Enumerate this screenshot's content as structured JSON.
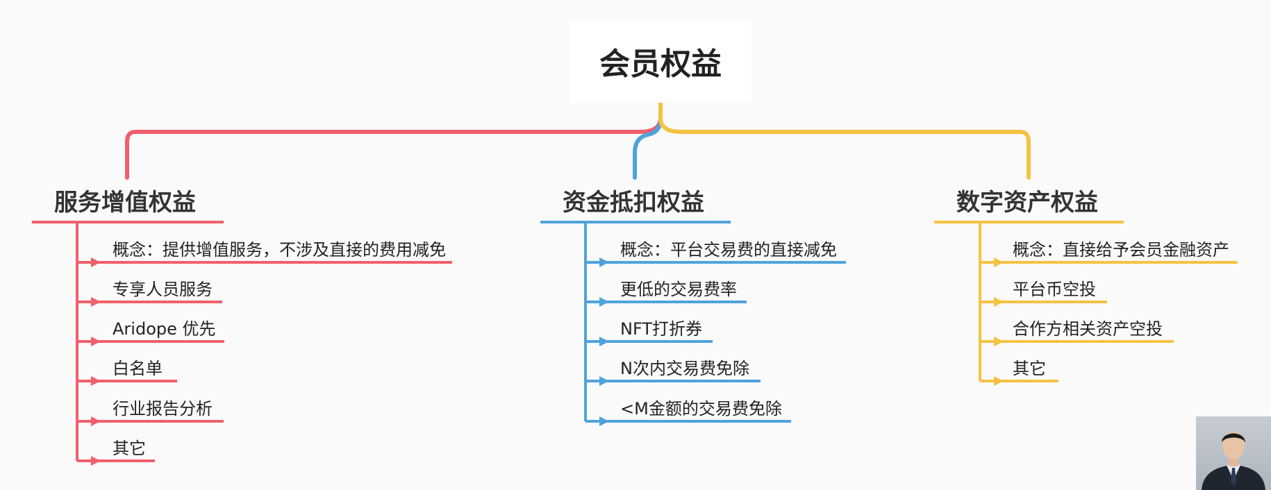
{
  "root": {
    "label": "会员权益"
  },
  "branches": [
    {
      "title": "服务增值权益",
      "color": "#f0606c",
      "items": [
        "概念：提供增值服务，不涉及直接的费用减免",
        "专享人员服务",
        "Aridope 优先",
        "白名单",
        "行业报告分析",
        "其它"
      ]
    },
    {
      "title": "资金抵扣权益",
      "color": "#4fa3dc",
      "items": [
        "概念：平台交易费的直接减免",
        "更低的交易费率",
        "NFT打折券",
        "N次内交易费免除",
        "<M金额的交易费免除"
      ]
    },
    {
      "title": "数字资产权益",
      "color": "#f5c242",
      "items": [
        "概念：直接给予会员金融资产",
        "平台币空投",
        "合作方相关资产空投",
        "其它"
      ]
    }
  ],
  "icons": {
    "presenter": "presenter-avatar-icon"
  }
}
